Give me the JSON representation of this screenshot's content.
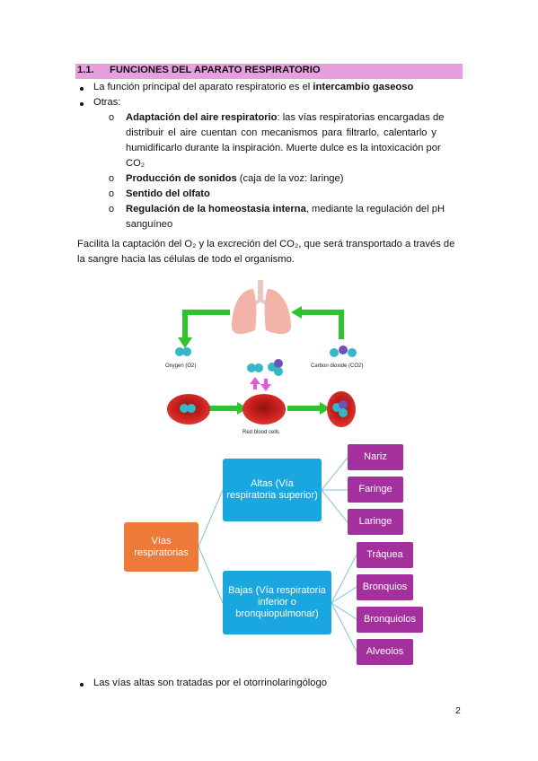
{
  "section": {
    "number": "1.1.",
    "title": "FUNCIONES DEL APARATO RESPIRATORIO"
  },
  "bullets": {
    "main_function": {
      "prefix": "La función principal del aparato respiratorio es el ",
      "bold": "intercambio gaseoso"
    },
    "others_label": "Otras:",
    "others": [
      {
        "bold": "Adaptación del aire respiratorio",
        "lines": [
          ": las vías respiratorias encargadas de",
          "distribuir el aire cuentan con mecanismos para filtrarlo, calentarlo y",
          "humidificarlo durante la inspiración. Muerte dulce es la intoxicación por",
          "CO₂"
        ]
      },
      {
        "bold": "Producción de sonidos",
        "text": " (caja de la voz: laringe)"
      },
      {
        "bold": "Sentido del olfato",
        "text": ""
      },
      {
        "bold": "Regulación de la homeostasia interna",
        "lines": [
          ", mediante la regulación del pH",
          "sanguíneo"
        ]
      }
    ],
    "marker_sub": "o"
  },
  "paragraph": {
    "line1": "Facilita la captación del O₂ y la excreción del CO₂, que será transportado a través de",
    "line2": "la sangre hacia las células de todo el organismo."
  },
  "figure": {
    "oxygen_label": "Oxygen (O2)",
    "co2_label": "Carbon dioxide (CO2)",
    "cells_label": "Red blood cells",
    "colors": {
      "arrow": "#2fc42f",
      "lung": "#f2b3a8",
      "cell": "#c0201e",
      "oxygen": "#34b7c6",
      "co2": "#6b52b8",
      "swap_arrow": "#e35bd9"
    }
  },
  "diagram": {
    "root": "Vías respiratorias",
    "upper": "Altas (Vía respiratoria superior)",
    "lower": "Bajas (Vía respiratoria inferior o bronquiopulmonar)",
    "upper_items": [
      "Nariz",
      "Faringe",
      "Laringe"
    ],
    "lower_items": [
      "Tráquea",
      "Bronquios",
      "Bronquiolos",
      "Alveolos"
    ],
    "colors": {
      "root": "#ee7a39",
      "mid": "#1aa6df",
      "leaf": "#a4309e"
    }
  },
  "footer_bullet": "Las vías altas son tratadas por el otorrinolaringólogo",
  "page_number": "2"
}
